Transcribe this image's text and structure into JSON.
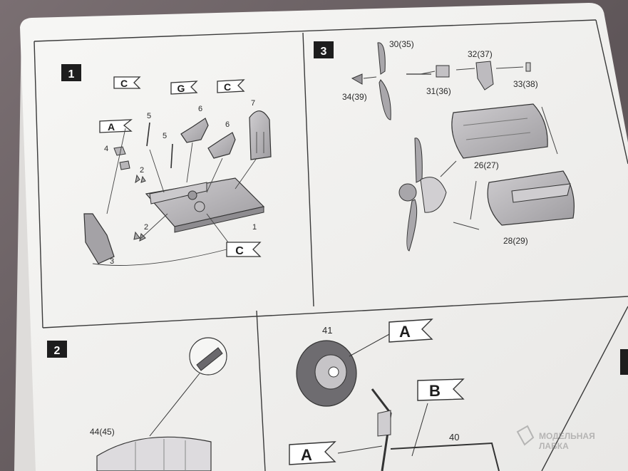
{
  "steps": {
    "step1": {
      "number": "1",
      "flags": [
        "C",
        "G",
        "C",
        "A",
        "C"
      ],
      "part_labels": [
        "5",
        "6",
        "7",
        "5",
        "6",
        "4",
        "2",
        "2",
        "1",
        "3"
      ]
    },
    "step2": {
      "number": "2",
      "part_labels": [
        "44(45)"
      ]
    },
    "step3": {
      "number": "3",
      "part_labels": [
        "30(35)",
        "32(37)",
        "34(39)",
        "31(36)",
        "33(38)",
        "26(27)",
        "28(29)"
      ]
    },
    "step4": {
      "flags": [
        "A",
        "B",
        "A"
      ],
      "part_labels": [
        "41",
        "40"
      ]
    }
  },
  "watermark": {
    "line1": "МОДЕЛЬНАЯ",
    "line2": "ЛАВКА"
  },
  "colors": {
    "paper": "#f4f4f2",
    "part_gray": "#b4b2b6",
    "line": "#333333",
    "background": "#645b5e"
  }
}
